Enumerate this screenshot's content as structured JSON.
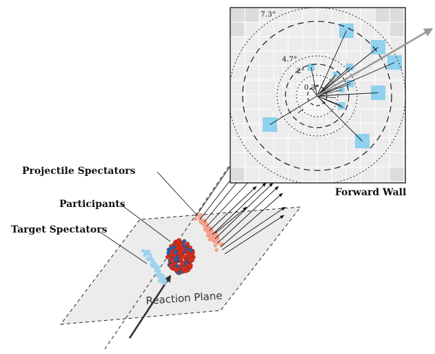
{
  "labels": {
    "projectile_spectators": "Projectile Spectators",
    "participants": "Participants",
    "target_spectators": "Target Spectators",
    "reaction_plane": "Reaction Plane",
    "forward_wall": "Forward Wall"
  },
  "angles": {
    "a73": "7.3°",
    "a47": "4.7°",
    "a2": "2°",
    "a03": "0.3°"
  },
  "colors": {
    "participant_red": "#d9301e",
    "participant_blue": "#2563a8",
    "projectile_spectator": "#f4a08a",
    "target_spectator": "#9fd3ec",
    "hit_module": "#8fd1ee",
    "plane_fill": "#ececec",
    "wall_fill": "#f2f2f2",
    "arrow_gray": "#9a9a9a"
  }
}
